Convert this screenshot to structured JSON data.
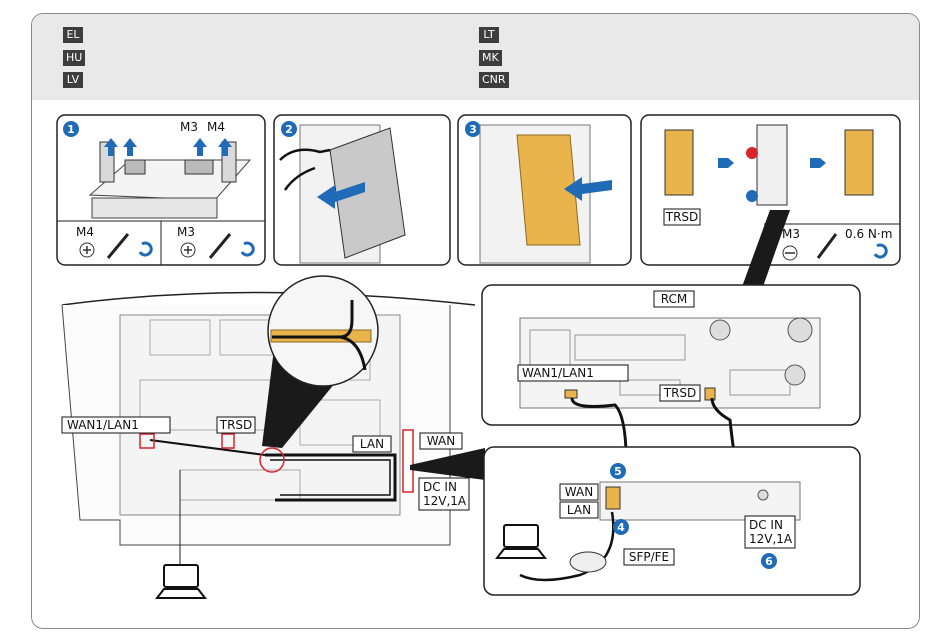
{
  "languages": [
    "EL",
    "HU",
    "LV",
    "LT",
    "MK",
    "CNR"
  ],
  "colors": {
    "accent_blue": "#1f6bb8",
    "component_yellow": "#e9b44c",
    "highlight_red": "#d6252b"
  },
  "steps": [
    "1",
    "2",
    "3",
    "4",
    "5",
    "6"
  ],
  "panel1": {
    "label_m3": "M3",
    "label_m4": "M4",
    "tool_left_label": "M4",
    "tool_right_label": "M3"
  },
  "panel4": {
    "trsd_label": "TRSD",
    "screw_label": "M3",
    "torque_label": "0.6 N·m"
  },
  "rcm": {
    "title": "RCM",
    "wan_lan_label": "WAN1/LAN1",
    "trsd_label": "TRSD"
  },
  "cabinet": {
    "wan_lan_label": "WAN1/LAN1",
    "trsd_label": "TRSD",
    "lan_label": "LAN",
    "wan_label": "WAN",
    "dc_in_line1": "DC  IN",
    "dc_in_line2": "12V,1A"
  },
  "ont": {
    "wan_label": "WAN",
    "lan_label": "LAN",
    "dc_in_line1": "DC  IN",
    "dc_in_line2": "12V,1A",
    "sfp_label": "SFP/FE"
  }
}
